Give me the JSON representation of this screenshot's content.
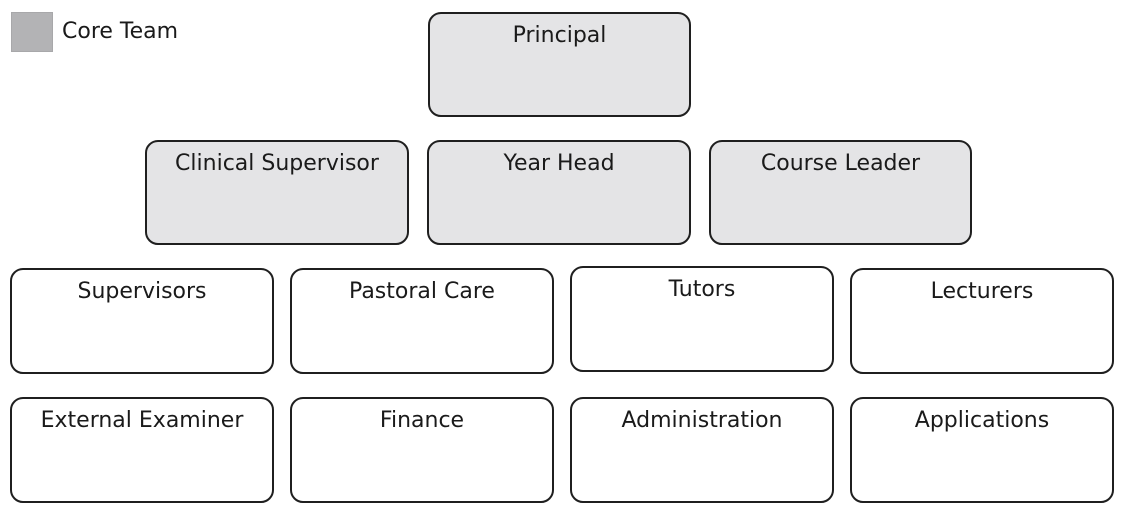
{
  "legend": {
    "label": "Core Team",
    "swatch_color": "#b3b3b5"
  },
  "colors": {
    "core_fill": "#e4e4e6",
    "other_fill": "#ffffff",
    "border": "#1f1f1f"
  },
  "rows": [
    {
      "boxes": [
        {
          "label": "Principal",
          "core": true
        }
      ]
    },
    {
      "boxes": [
        {
          "label": "Clinical Supervisor",
          "core": true
        },
        {
          "label": "Year Head",
          "core": true
        },
        {
          "label": "Course Leader",
          "core": true
        }
      ]
    },
    {
      "boxes": [
        {
          "label": "Supervisors",
          "core": false
        },
        {
          "label": "Pastoral Care",
          "core": false
        },
        {
          "label": "Tutors",
          "core": false
        },
        {
          "label": "Lecturers",
          "core": false
        }
      ]
    },
    {
      "boxes": [
        {
          "label": "External Examiner",
          "core": false
        },
        {
          "label": "Finance",
          "core": false
        },
        {
          "label": "Administration",
          "core": false
        },
        {
          "label": "Applications",
          "core": false
        }
      ]
    }
  ]
}
